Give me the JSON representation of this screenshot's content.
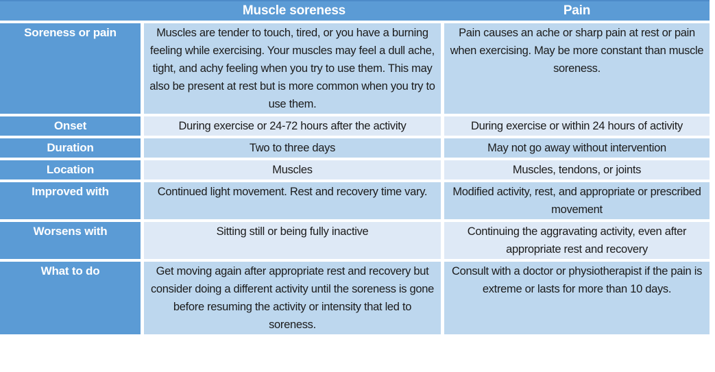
{
  "colors": {
    "headerBlue": "#5b9bd5",
    "headerBlueDark": "#4d8bc9",
    "rowBlue": "#bdd7ee",
    "rowPale": "#dee9f6",
    "bodyText": "#1b1b1b",
    "headerText": "#ffffff",
    "gridWhite": "#ffffff"
  },
  "table": {
    "columns": [
      "",
      "Muscle soreness",
      "Pain"
    ],
    "rows": [
      {
        "label": "Soreness or pain",
        "soreness": "Muscles are tender to touch, tired, or you have a burning feeling while exercising. Your muscles may feel a dull ache, tight, and achy feeling when you try to use them. This may also be present at rest but is more common when you try to use them.",
        "pain": "Pain causes an ache or sharp pain at rest or pain when exercising. May be more constant than muscle soreness."
      },
      {
        "label": "Onset",
        "soreness": "During exercise or 24-72 hours after the activity",
        "pain": "During exercise or within 24 hours of activity"
      },
      {
        "label": "Duration",
        "soreness": "Two to three days",
        "pain": "May not go away without intervention"
      },
      {
        "label": "Location",
        "soreness": "Muscles",
        "pain": "Muscles, tendons, or joints"
      },
      {
        "label": "Improved with",
        "soreness": "Continued light movement. Rest and recovery time vary.",
        "pain": "Modified activity, rest, and appropriate or prescribed movement"
      },
      {
        "label": "Worsens with",
        "soreness": "Sitting still or being fully inactive",
        "pain": "Continuing the aggravating activity, even after appropriate rest and recovery"
      },
      {
        "label": "What to do",
        "soreness": "Get moving again after appropriate rest and recovery but consider doing a different activity until the soreness is gone before resuming the activity or intensity that led to soreness.",
        "pain": "Consult with a doctor or physiotherapist if the pain is extreme or lasts for more than 10 days."
      }
    ]
  }
}
